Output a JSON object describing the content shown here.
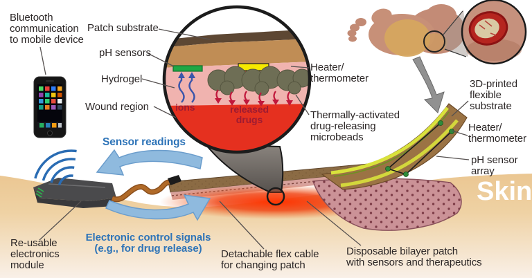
{
  "labels": {
    "bluetooth": "Bluetooth\ncommunication\nto mobile device",
    "patch_substrate": "Patch substrate",
    "ph_sensors": "pH sensors",
    "hydrogel": "Hydrogel",
    "wound_region": "Wound region",
    "ions": "ions",
    "released_drugs": "released\ndrugs",
    "heater_thermometer_left": "Heater/\nthermometer",
    "thermally_activated": "Thermally-activated\ndrug-releasing\nmicrobeads",
    "printed_substrate": "3D-printed\nflexible\nsubstrate",
    "heater_thermometer_right": "Heater/\nthermometer",
    "ph_sensor_array": "pH sensor\narray",
    "skin": "Skin",
    "sensor_readings": "Sensor readings",
    "control_signals": "Electronic control signals\n(e.g., for drug release)",
    "reusable_module": "Re-usable\nelectronics\nmodule",
    "detachable_cable": "Detachable flex cable\nfor changing patch",
    "disposable_patch": "Disposable bilayer patch\nwith sensors and therapeutics"
  },
  "icons": {
    "smartphone": "smartphone-with-app-grid",
    "wifi_signal": "wireless-signal-arcs",
    "sensor_arrow": "curved-arrow-left",
    "control_arrow": "curved-arrow-right",
    "magnifier_circles": "zoom-inset-circles"
  },
  "colors": {
    "label_text": "#2b2626",
    "blue_accent": "#2e74b8",
    "dark_red_text": "#9e1b32",
    "skin_tone": "#ecca98",
    "wound_red": "#e5301f",
    "hydrogel_pink": "#f0b3af",
    "substrate_tan": "#c08d55",
    "substrate_dark_brown": "#5d4733",
    "sensor_green": "#1fa844",
    "heater_yellow": "#f6ea00",
    "microbead_olive": "#6e6e55",
    "cable_orange": "#b06a28",
    "module_gray": "#4a4a4c",
    "arrow_blue_fill": "#8fbade",
    "patch_brown": "#8b6b44",
    "bilayer_pink": "#cb9297"
  }
}
